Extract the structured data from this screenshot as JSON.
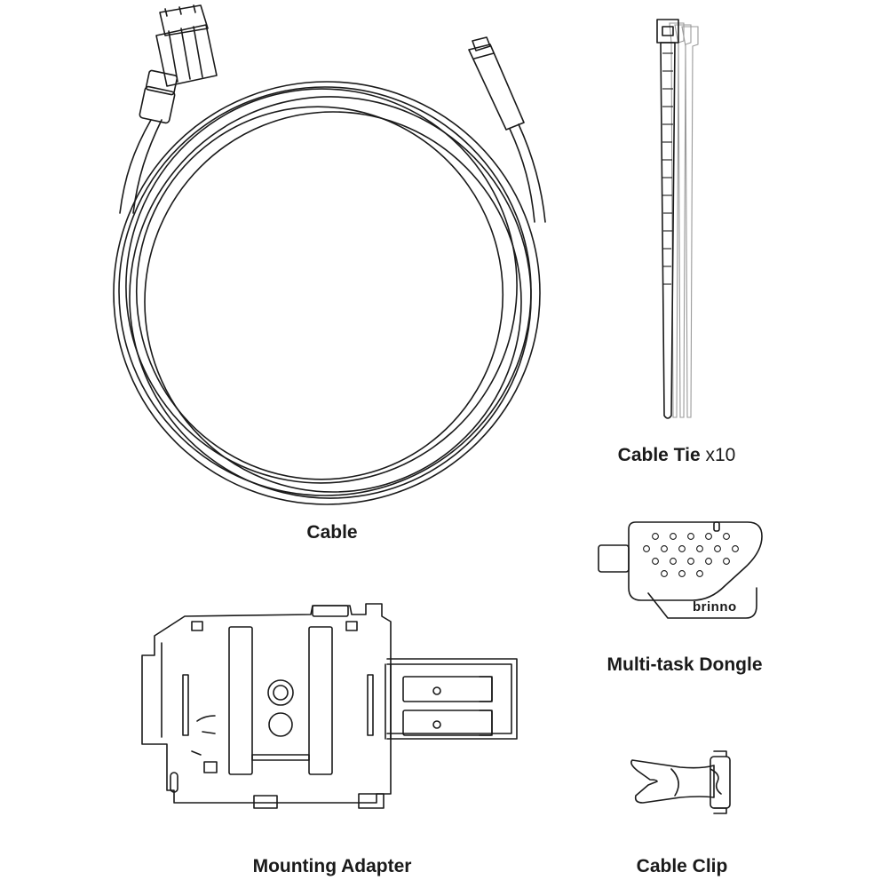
{
  "items": [
    {
      "id": "cable",
      "label": "Cable",
      "qty": ""
    },
    {
      "id": "cable-tie",
      "label": "Cable Tie",
      "qty": "x10"
    },
    {
      "id": "dongle",
      "label": "Multi-task Dongle",
      "qty": "",
      "logo": "brinno"
    },
    {
      "id": "mounting-adapter",
      "label": "Mounting Adapter",
      "qty": ""
    },
    {
      "id": "cable-clip",
      "label": "Cable Clip",
      "qty": ""
    }
  ],
  "colors": {
    "line": "#1a1a1a",
    "background": "#ffffff"
  }
}
